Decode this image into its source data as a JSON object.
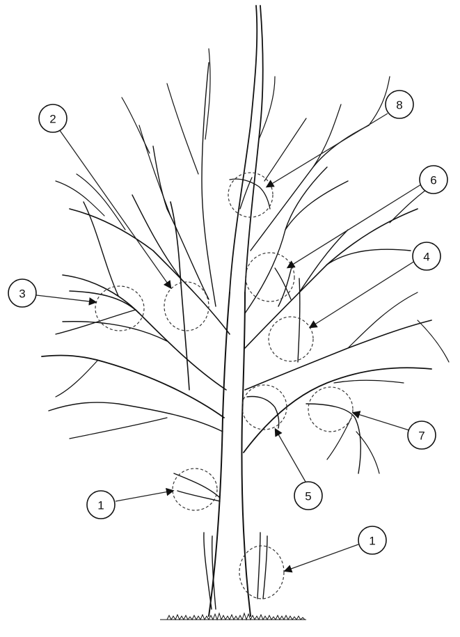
{
  "callouts": [
    {
      "id": "callout-1a",
      "label": "1"
    },
    {
      "id": "callout-1b",
      "label": "1"
    },
    {
      "id": "callout-2",
      "label": "2"
    },
    {
      "id": "callout-3",
      "label": "3"
    },
    {
      "id": "callout-4",
      "label": "4"
    },
    {
      "id": "callout-5",
      "label": "5"
    },
    {
      "id": "callout-6",
      "label": "6"
    },
    {
      "id": "callout-7",
      "label": "7"
    },
    {
      "id": "callout-8",
      "label": "8"
    }
  ],
  "colors": {
    "line": "#111111",
    "background": "#ffffff"
  }
}
